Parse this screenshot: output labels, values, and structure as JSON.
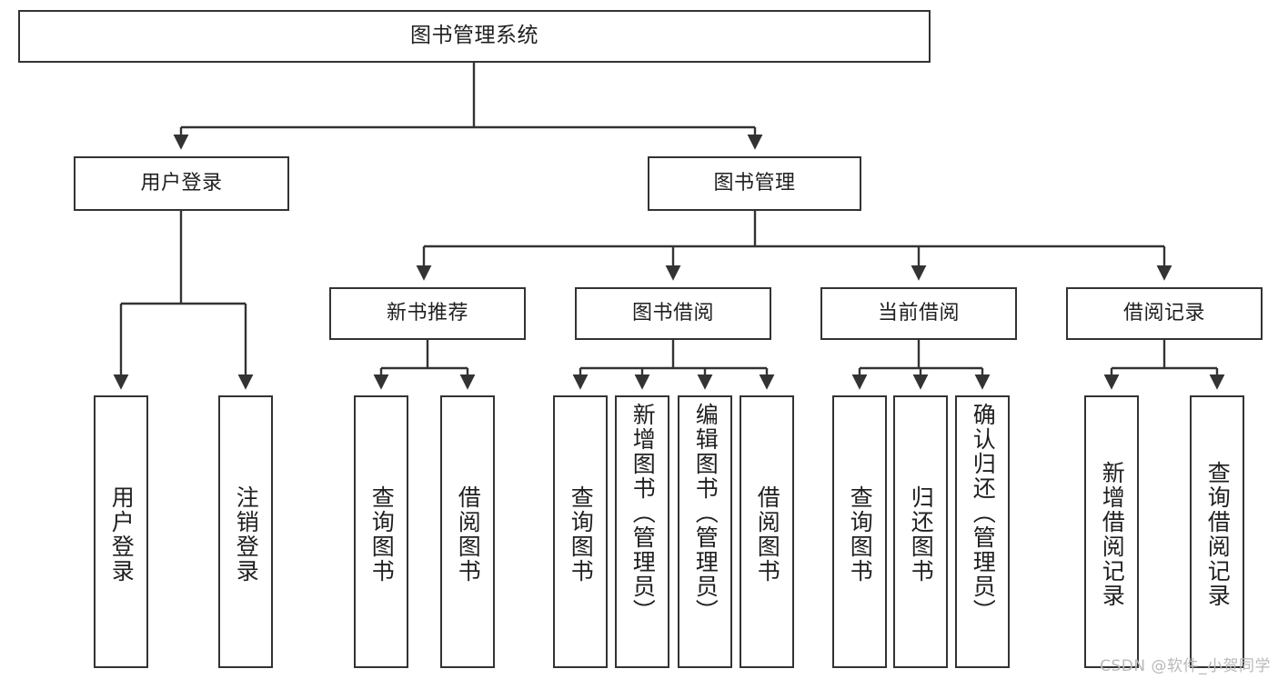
{
  "diagram": {
    "type": "tree-hierarchy-chart",
    "title": "图书管理系统",
    "line_color": "#333333",
    "box_fill": "#ffffff",
    "text_color": "#1f1f1f",
    "levels": 4
  },
  "root": {
    "label": "图书管理系统"
  },
  "level2": [
    {
      "label": "用户登录"
    },
    {
      "label": "图书管理"
    }
  ],
  "level3": [
    {
      "label": "新书推荐"
    },
    {
      "label": "图书借阅"
    },
    {
      "label": "当前借阅"
    },
    {
      "label": "借阅记录"
    }
  ],
  "leaves": {
    "user_login": [
      {
        "label": "用户登录"
      },
      {
        "label": "注销登录"
      }
    ],
    "new_book_recommend": [
      {
        "label": "查询图书"
      },
      {
        "label": "借阅图书"
      }
    ],
    "book_borrow": [
      {
        "label": "查询图书"
      },
      {
        "label": "新增图书（管理员）"
      },
      {
        "label": "编辑图书（管理员）"
      },
      {
        "label": "借阅图书"
      }
    ],
    "current_borrow": [
      {
        "label": "查询图书"
      },
      {
        "label": "归还图书"
      },
      {
        "label": "确认归还（管理员）"
      }
    ],
    "borrow_records": [
      {
        "label": "新增借阅记录"
      },
      {
        "label": "查询借阅记录"
      }
    ]
  },
  "watermark": {
    "text": "CSDN @软件_小贺同学"
  }
}
